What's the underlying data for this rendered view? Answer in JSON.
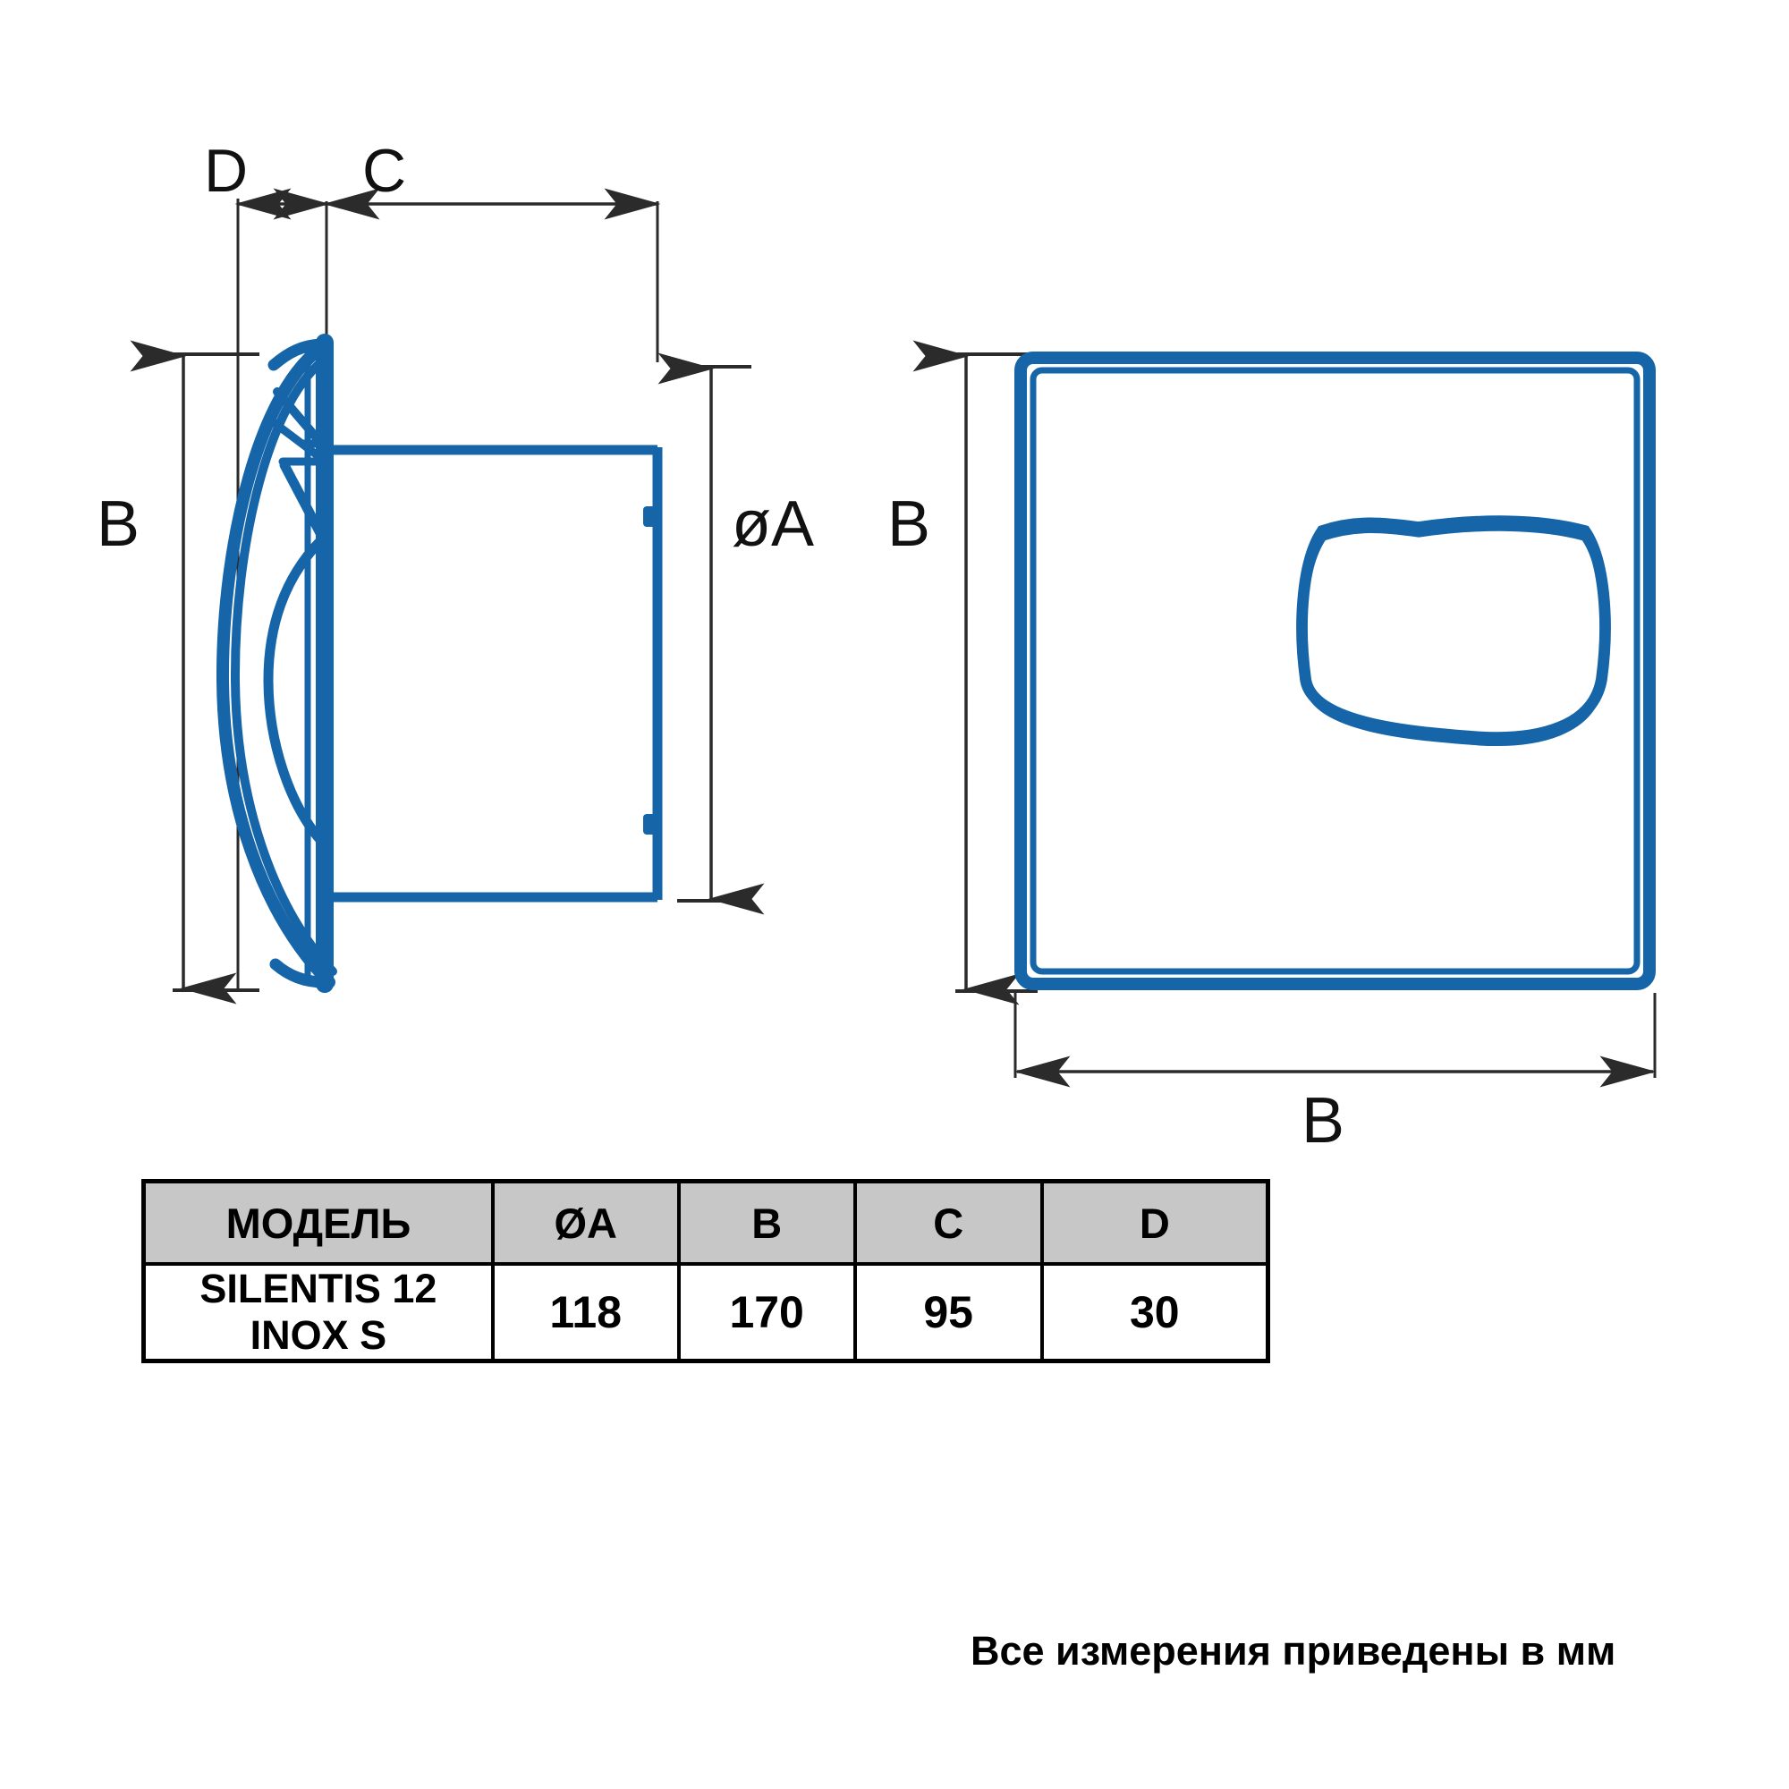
{
  "drawing": {
    "title_implicit": "",
    "line_color_blue": "#1565a8",
    "line_color_dim": "#2b2b2b",
    "views": {
      "side_view": {
        "name": "side-section-view",
        "dimension_labels": [
          "D",
          "C",
          "B",
          "øA"
        ]
      },
      "front_view": {
        "name": "front-view",
        "dimension_labels": [
          "B",
          "B"
        ]
      }
    },
    "labels": {
      "d": "D",
      "c": "C",
      "b_left": "B",
      "phi_a": "øA",
      "b_front_left": "B",
      "b_front_bottom": "B"
    }
  },
  "table": {
    "header": [
      "МОДЕЛЬ",
      "ØA",
      "B",
      "C",
      "D"
    ],
    "rows": [
      {
        "model": "SILENTIS 12 INOX S",
        "a": "118",
        "b": "170",
        "c": "95",
        "d": "30"
      }
    ],
    "header_bg": "#c7c7c7",
    "border_color": "#000000"
  },
  "footnote": "Все измерения приведены в мм"
}
